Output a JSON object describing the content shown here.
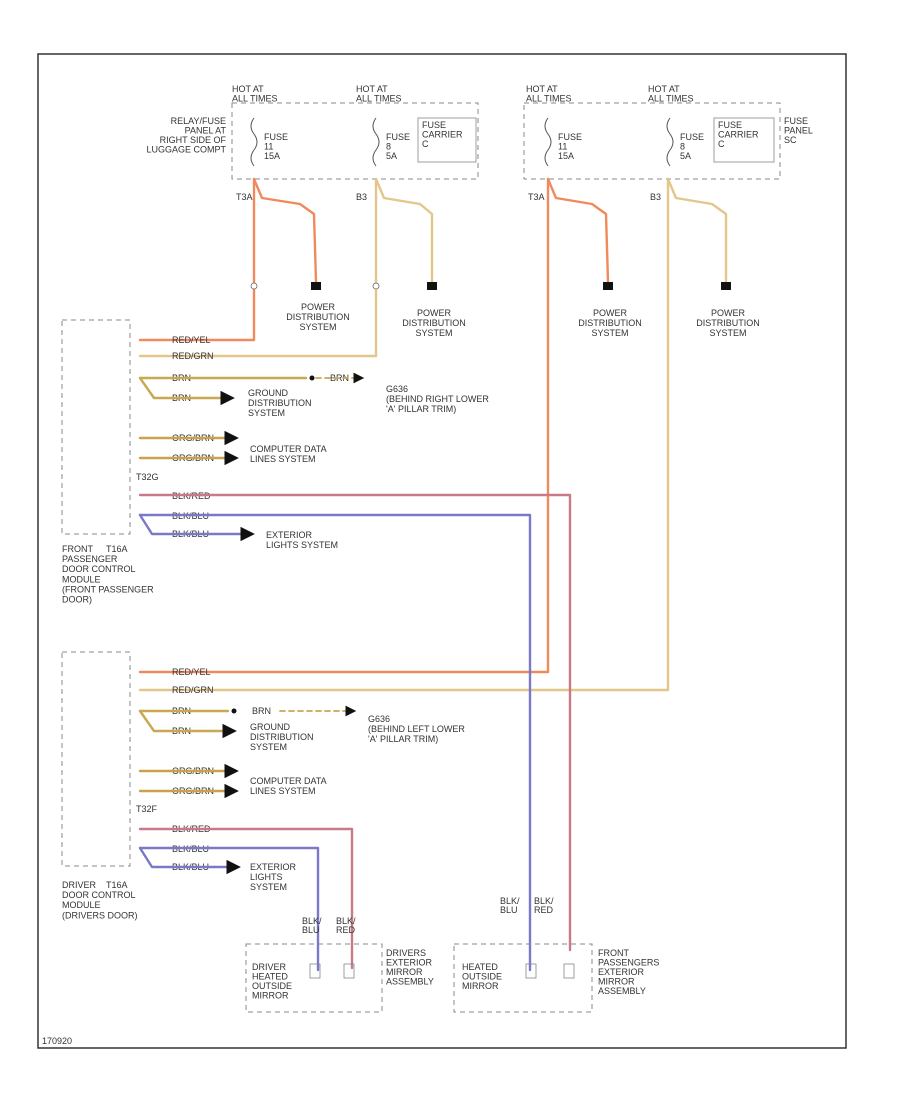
{
  "figure_id": "170920",
  "colors": {
    "red_yel": "#f08a5d",
    "red_grn": "#e3c68a",
    "brn": "#c8a850",
    "org_brn": "#c9a24a",
    "blk_red": "#c87a86",
    "blk_blu": "#7a78c8",
    "ground_arrow": "#111111"
  },
  "fuse_blocks": {
    "left": {
      "hot_at_1": "HOT AT\nALL TIMES",
      "hot_at_2": "HOT AT\nALL TIMES",
      "panel_label": "RELAY/FUSE\nPANEL AT\nRIGHT SIDE OF\nLUGGAGE COMPT",
      "fuse_a": "FUSE\n11\n15A",
      "fuse_b": "FUSE\n8\n5A",
      "carrier": "FUSE\nCARRIER\nC",
      "pin_a": "T3A",
      "pin_b": "B3"
    },
    "right": {
      "hot_at_1": "HOT AT\nALL TIMES",
      "hot_at_2": "HOT AT\nALL TIMES",
      "fuse_a": "FUSE\n11\n15A",
      "fuse_b": "FUSE\n8\n5A",
      "carrier": "FUSE\nCARRIER\nC",
      "panel_label": "FUSE\nPANEL\nSC",
      "pin_a": "T3A",
      "pin_b": "B3"
    }
  },
  "power_distribution": [
    "POWER\nDISTRIBUTION\nSYSTEM",
    "POWER\nDISTRIBUTION\nSYSTEM",
    "POWER\nDISTRIBUTION\nSYSTEM",
    "POWER\nDISTRIBUTION\nSYSTEM"
  ],
  "front_module": {
    "title": "FRONT\nPASSENGER\nDOOR CONTROL\nMODULE\n(FRONT PASSENGER\nDOOR)",
    "connector": "T32G",
    "pin_label": "T16A",
    "wires": {
      "red_yel": "RED/YEL",
      "red_grn": "RED/GRN",
      "brn_a": "BRN",
      "brn_b": "BRN",
      "brn_c": "BRN",
      "org_brn_a": "ORG/BRN",
      "org_brn_b": "ORG/BRN",
      "blk_red": "BLK/RED",
      "blk_blu_a": "BLK/BLU",
      "blk_blu_b": "BLK/BLU"
    },
    "ground_label": "G636\n(BEHIND RIGHT LOWER\n'A' PILLAR TRIM)",
    "ground_system": "GROUND\nDISTRIBUTION\nSYSTEM",
    "computer_data": "COMPUTER DATA\nLINES SYSTEM",
    "exterior_lights": "EXTERIOR\nLIGHTS SYSTEM"
  },
  "driver_module": {
    "title": "DRIVER\nDOOR CONTROL\nMODULE\n(DRIVERS DOOR)",
    "connector": "T32F",
    "pin_label": "T16A",
    "wires": {
      "red_yel": "RED/YEL",
      "red_grn": "RED/GRN",
      "brn_a": "BRN",
      "brn_b": "BRN",
      "brn_c": "BRN",
      "org_brn_a": "ORG/BRN",
      "org_brn_b": "ORG/BRN",
      "blk_red": "BLK/RED",
      "blk_blu_a": "BLK/BLU",
      "blk_blu_b": "BLK/BLU"
    },
    "ground_label": "G636\n(BEHIND LEFT LOWER\n'A' PILLAR TRIM)",
    "ground_system": "GROUND\nDISTRIBUTION\nSYSTEM",
    "computer_data": "COMPUTER DATA\nLINES SYSTEM",
    "exterior_lights": "EXTERIOR\nLIGHTS\nSYSTEM"
  },
  "mirrors": {
    "driver_wire_labels": [
      "BLK/\nBLU",
      "BLK/\nRED"
    ],
    "passenger_wire_labels": [
      "BLK/\nBLU",
      "BLK/\nRED"
    ],
    "driver_heated": "DRIVER\nHEATED\nOUTSIDE\nMIRROR",
    "driver_assembly": "DRIVERS\nEXTERIOR\nMIRROR\nASSEMBLY",
    "passenger_heated": "HEATED\nOUTSIDE\nMIRROR",
    "passenger_assembly": "FRONT\nPASSENGERS\nEXTERIOR\nMIRROR\nASSEMBLY"
  }
}
